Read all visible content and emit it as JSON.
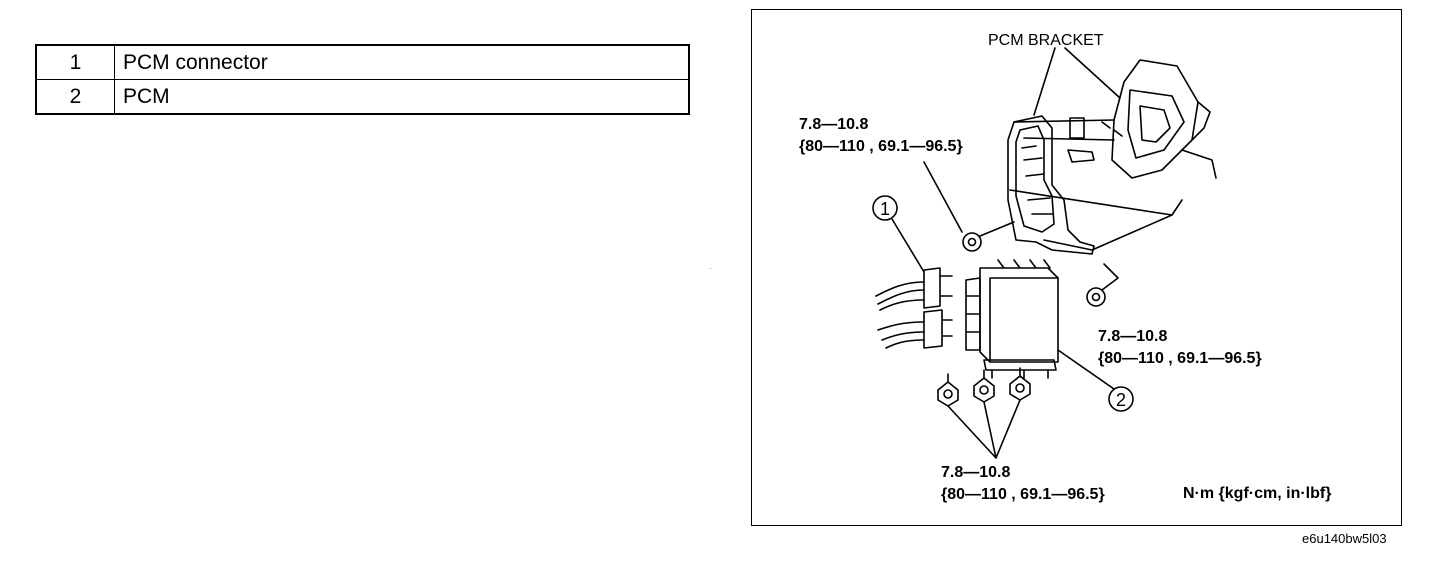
{
  "parts": [
    {
      "num": "1",
      "name": "PCM connector"
    },
    {
      "num": "2",
      "name": "PCM"
    }
  ],
  "diagram": {
    "bracket_label": "PCM BRACKET",
    "torque_upper_left": {
      "line1": "7.8—10.8",
      "line2": "{80—110 , 69.1—96.5}"
    },
    "torque_right": {
      "line1": "7.8—10.8",
      "line2": "{80—110 , 69.1—96.5}"
    },
    "torque_bottom": {
      "line1": "7.8—10.8",
      "line2": "{80—110 , 69.1—96.5}"
    },
    "units": "N·m {kgf·cm, in·lbf}",
    "callout_1": "1",
    "callout_2": "2"
  },
  "figure_id": "e6u140bw5l03"
}
